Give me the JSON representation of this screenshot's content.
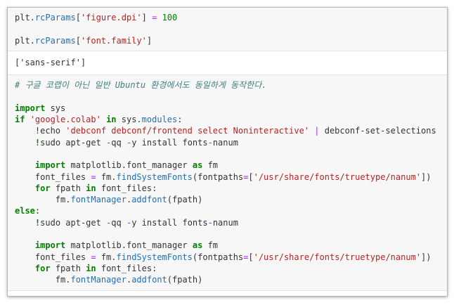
{
  "cells": [
    {
      "type": "code",
      "lines": [
        [
          [
            "plt.",
            "p"
          ],
          [
            "rcParams",
            "attr"
          ],
          [
            "[",
            "p"
          ],
          [
            "'figure.dpi'",
            "str"
          ],
          [
            "] ",
            "p"
          ],
          [
            "=",
            "op"
          ],
          [
            " ",
            "p"
          ],
          [
            "100",
            "num"
          ]
        ],
        [],
        [
          [
            "plt.",
            "p"
          ],
          [
            "rcParams",
            "attr"
          ],
          [
            "[",
            "p"
          ],
          [
            "'font.family'",
            "str"
          ],
          [
            "]",
            "p"
          ]
        ]
      ]
    },
    {
      "type": "output",
      "lines": [
        [
          [
            "['sans-serif']",
            "p"
          ]
        ]
      ]
    },
    {
      "type": "code",
      "lines": [
        [
          [
            "# 구글 코랩이 아닌 일반 Ubuntu 환경에서도 동일하게 동작한다.",
            "cm"
          ]
        ],
        [],
        [
          [
            "import",
            "kw"
          ],
          [
            " sys",
            "p"
          ]
        ],
        [
          [
            "if",
            "kw"
          ],
          [
            " ",
            "p"
          ],
          [
            "'google.colab'",
            "str"
          ],
          [
            " ",
            "p"
          ],
          [
            "in",
            "kw"
          ],
          [
            " sys.",
            "p"
          ],
          [
            "modules",
            "attr"
          ],
          [
            ":",
            "p"
          ]
        ],
        [
          [
            "    !echo ",
            "p"
          ],
          [
            "'debconf debconf/frontend select Noninteractive'",
            "str"
          ],
          [
            " ",
            "p"
          ],
          [
            "|",
            "op"
          ],
          [
            " debconf-set-selections",
            "p"
          ]
        ],
        [
          [
            "    ",
            "p"
          ],
          [
            "!",
            "kw"
          ],
          [
            "sudo apt-get ",
            "p"
          ],
          [
            "-",
            "op"
          ],
          [
            "qq ",
            "p"
          ],
          [
            "-",
            "op"
          ],
          [
            "y install fonts",
            "p"
          ],
          [
            "-",
            "op"
          ],
          [
            "nanum",
            "p"
          ]
        ],
        [],
        [
          [
            "    ",
            "p"
          ],
          [
            "import",
            "kw"
          ],
          [
            " matplotlib.font_manager ",
            "p"
          ],
          [
            "as",
            "kw"
          ],
          [
            " fm",
            "p"
          ]
        ],
        [
          [
            "    font_files ",
            "p"
          ],
          [
            "=",
            "op"
          ],
          [
            " fm.",
            "p"
          ],
          [
            "findSystemFonts",
            "attr"
          ],
          [
            "(fontpaths",
            "p"
          ],
          [
            "=",
            "op"
          ],
          [
            "[",
            "p"
          ],
          [
            "'/usr/share/fonts/truetype/nanum'",
            "str"
          ],
          [
            "])",
            "p"
          ]
        ],
        [
          [
            "    ",
            "p"
          ],
          [
            "for",
            "kw"
          ],
          [
            " fpath ",
            "p"
          ],
          [
            "in",
            "kw"
          ],
          [
            " font_files:",
            "p"
          ]
        ],
        [
          [
            "        fm.",
            "p"
          ],
          [
            "fontManager",
            "attr"
          ],
          [
            ".",
            "p"
          ],
          [
            "addfont",
            "attr"
          ],
          [
            "(fpath)",
            "p"
          ]
        ],
        [
          [
            "else",
            "kw"
          ],
          [
            ":",
            "p"
          ]
        ],
        [
          [
            "    ",
            "p"
          ],
          [
            "!",
            "kw"
          ],
          [
            "sudo apt-get ",
            "p"
          ],
          [
            "-",
            "op"
          ],
          [
            "qq ",
            "p"
          ],
          [
            "-",
            "op"
          ],
          [
            "y install fonts",
            "p"
          ],
          [
            "-",
            "op"
          ],
          [
            "nanum",
            "p"
          ]
        ],
        [],
        [
          [
            "    ",
            "p"
          ],
          [
            "import",
            "kw"
          ],
          [
            " matplotlib.font_manager ",
            "p"
          ],
          [
            "as",
            "kw"
          ],
          [
            " fm",
            "p"
          ]
        ],
        [
          [
            "    font_files ",
            "p"
          ],
          [
            "=",
            "op"
          ],
          [
            " fm.",
            "p"
          ],
          [
            "findSystemFonts",
            "attr"
          ],
          [
            "(fontpaths",
            "p"
          ],
          [
            "=",
            "op"
          ],
          [
            "[",
            "p"
          ],
          [
            "'/usr/share/fonts/truetype/nanum'",
            "str"
          ],
          [
            "])",
            "p"
          ]
        ],
        [
          [
            "    ",
            "p"
          ],
          [
            "for",
            "kw"
          ],
          [
            " fpath ",
            "p"
          ],
          [
            "in",
            "kw"
          ],
          [
            " font_files:",
            "p"
          ]
        ],
        [
          [
            "        fm.",
            "p"
          ],
          [
            "fontManager",
            "attr"
          ],
          [
            ".",
            "p"
          ],
          [
            "addfont",
            "attr"
          ],
          [
            "(fpath)",
            "p"
          ]
        ]
      ]
    }
  ]
}
